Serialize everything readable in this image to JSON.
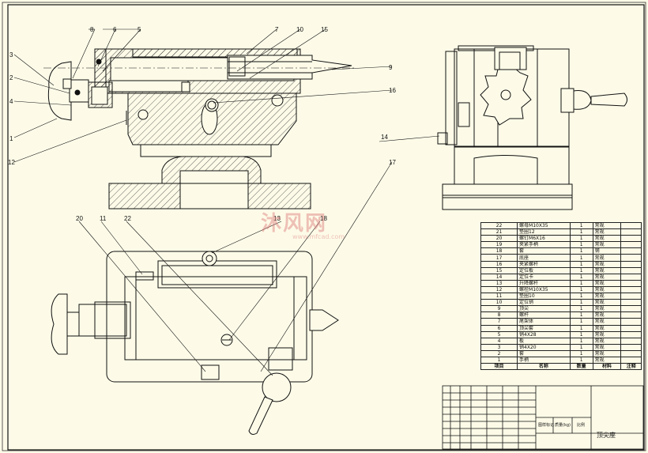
{
  "balloons": [
    "1",
    "2",
    "3",
    "4",
    "5",
    "6",
    "7",
    "8",
    "9",
    "10",
    "11",
    "12",
    "13",
    "14",
    "15",
    "16",
    "17",
    "18",
    "20",
    "22"
  ],
  "bom": {
    "rows": [
      {
        "no": "22",
        "name": "螺母M10X35",
        "qty": "1",
        "mat": "常规",
        "rem": ""
      },
      {
        "no": "21",
        "name": "垫圈12",
        "qty": "1",
        "mat": "常规",
        "rem": ""
      },
      {
        "no": "20",
        "name": "螺钉M6X16",
        "qty": "1",
        "mat": "常规",
        "rem": ""
      },
      {
        "no": "19",
        "name": "夹紧手柄",
        "qty": "1",
        "mat": "常规",
        "rem": ""
      },
      {
        "no": "18",
        "name": "套",
        "qty": "1",
        "mat": "钢",
        "rem": ""
      },
      {
        "no": "17",
        "name": "底座",
        "qty": "1",
        "mat": "常规",
        "rem": ""
      },
      {
        "no": "16",
        "name": "夹紧螺杆",
        "qty": "1",
        "mat": "常规",
        "rem": ""
      },
      {
        "no": "15",
        "name": "定位板",
        "qty": "1",
        "mat": "常规",
        "rem": ""
      },
      {
        "no": "14",
        "name": "定位卡",
        "qty": "1",
        "mat": "常规",
        "rem": ""
      },
      {
        "no": "13",
        "name": "升降螺杆",
        "qty": "1",
        "mat": "常规",
        "rem": ""
      },
      {
        "no": "12",
        "name": "螺栓M10X35",
        "qty": "1",
        "mat": "常规",
        "rem": ""
      },
      {
        "no": "11",
        "name": "垫圈10",
        "qty": "1",
        "mat": "常规",
        "rem": ""
      },
      {
        "no": "10",
        "name": "定位销",
        "qty": "1",
        "mat": "常规",
        "rem": ""
      },
      {
        "no": "9",
        "name": "顶尖",
        "qty": "1",
        "mat": "常规",
        "rem": ""
      },
      {
        "no": "8",
        "name": "螺杆",
        "qty": "1",
        "mat": "常规",
        "rem": ""
      },
      {
        "no": "7",
        "name": "尾架体",
        "qty": "1",
        "mat": "常规",
        "rem": ""
      },
      {
        "no": "6",
        "name": "顶尖套",
        "qty": "1",
        "mat": "常规",
        "rem": ""
      },
      {
        "no": "5",
        "name": "销4X28",
        "qty": "1",
        "mat": "常规",
        "rem": ""
      },
      {
        "no": "4",
        "name": "板",
        "qty": "1",
        "mat": "常规",
        "rem": ""
      },
      {
        "no": "3",
        "name": "销4X20",
        "qty": "1",
        "mat": "常规",
        "rem": ""
      },
      {
        "no": "2",
        "name": "套",
        "qty": "1",
        "mat": "常规",
        "rem": ""
      },
      {
        "no": "1",
        "name": "手柄",
        "qty": "1",
        "mat": "常规",
        "rem": ""
      }
    ],
    "header": {
      "no": "项目",
      "name": "名称",
      "qty": "数量",
      "mat": "材料",
      "rem": "注释"
    }
  },
  "title_block": {
    "drawing_name": "顶尖座",
    "labels": [
      "图样标记",
      "质量(kg)",
      "比例"
    ]
  },
  "watermark": {
    "brand": "沐风网",
    "url": "www.mfcad.com"
  }
}
